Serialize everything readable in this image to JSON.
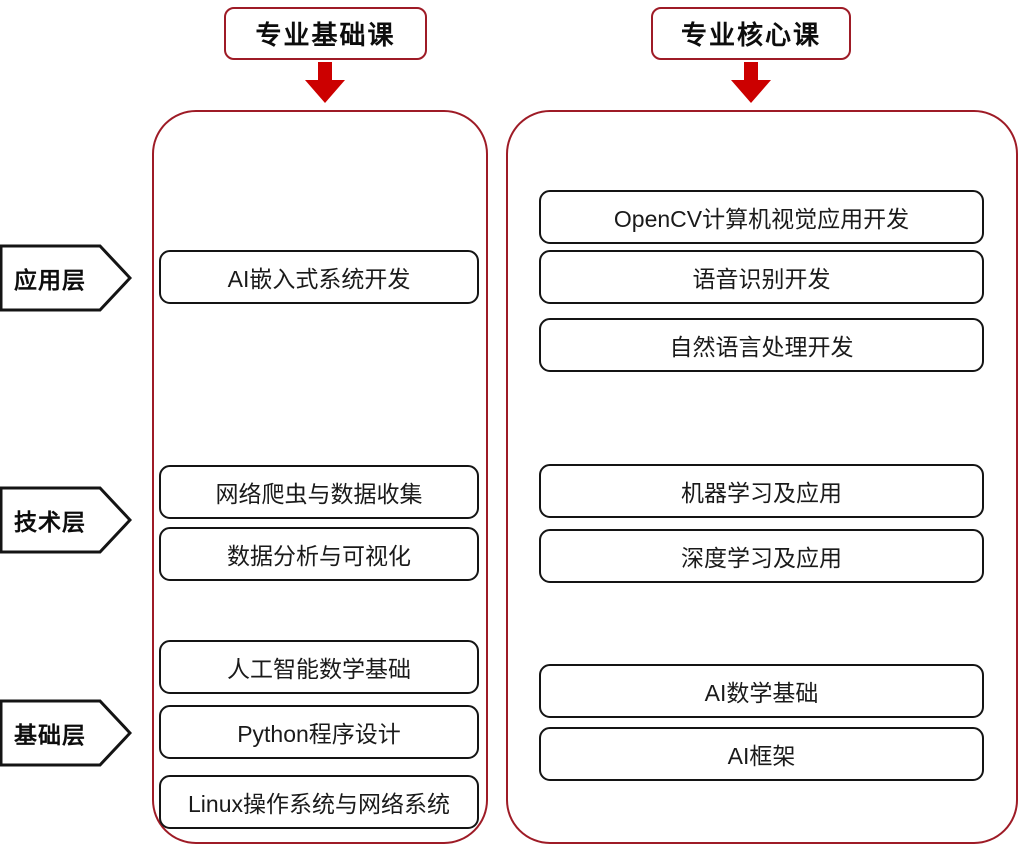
{
  "page": {
    "background": "#ffffff",
    "accent_red": "#9e1b26",
    "arrow_red": "#cc0000",
    "box_border": "#141414"
  },
  "headers": [
    {
      "id": "basic",
      "label": "专业基础课",
      "arrow": "down-arrow-icon"
    },
    {
      "id": "core",
      "label": "专业核心课",
      "arrow": "down-arrow-icon"
    }
  ],
  "layers": [
    {
      "id": "app",
      "label": "应用层"
    },
    {
      "id": "tech",
      "label": "技术层"
    },
    {
      "id": "base",
      "label": "基础层"
    }
  ],
  "columns": {
    "basic": {
      "title": "专业基础课",
      "courses": [
        "AI嵌入式系统开发",
        "网络爬虫与数据收集",
        "数据分析与可视化",
        "人工智能数学基础",
        "Python程序设计",
        "Linux操作系统与网络系统"
      ]
    },
    "core": {
      "title": "专业核心课",
      "courses": [
        "OpenCV计算机视觉应用开发",
        "语音识别开发",
        "自然语言处理开发",
        "机器学习及应用",
        "深度学习及应用",
        "AI数学基础",
        "AI框架"
      ]
    }
  }
}
